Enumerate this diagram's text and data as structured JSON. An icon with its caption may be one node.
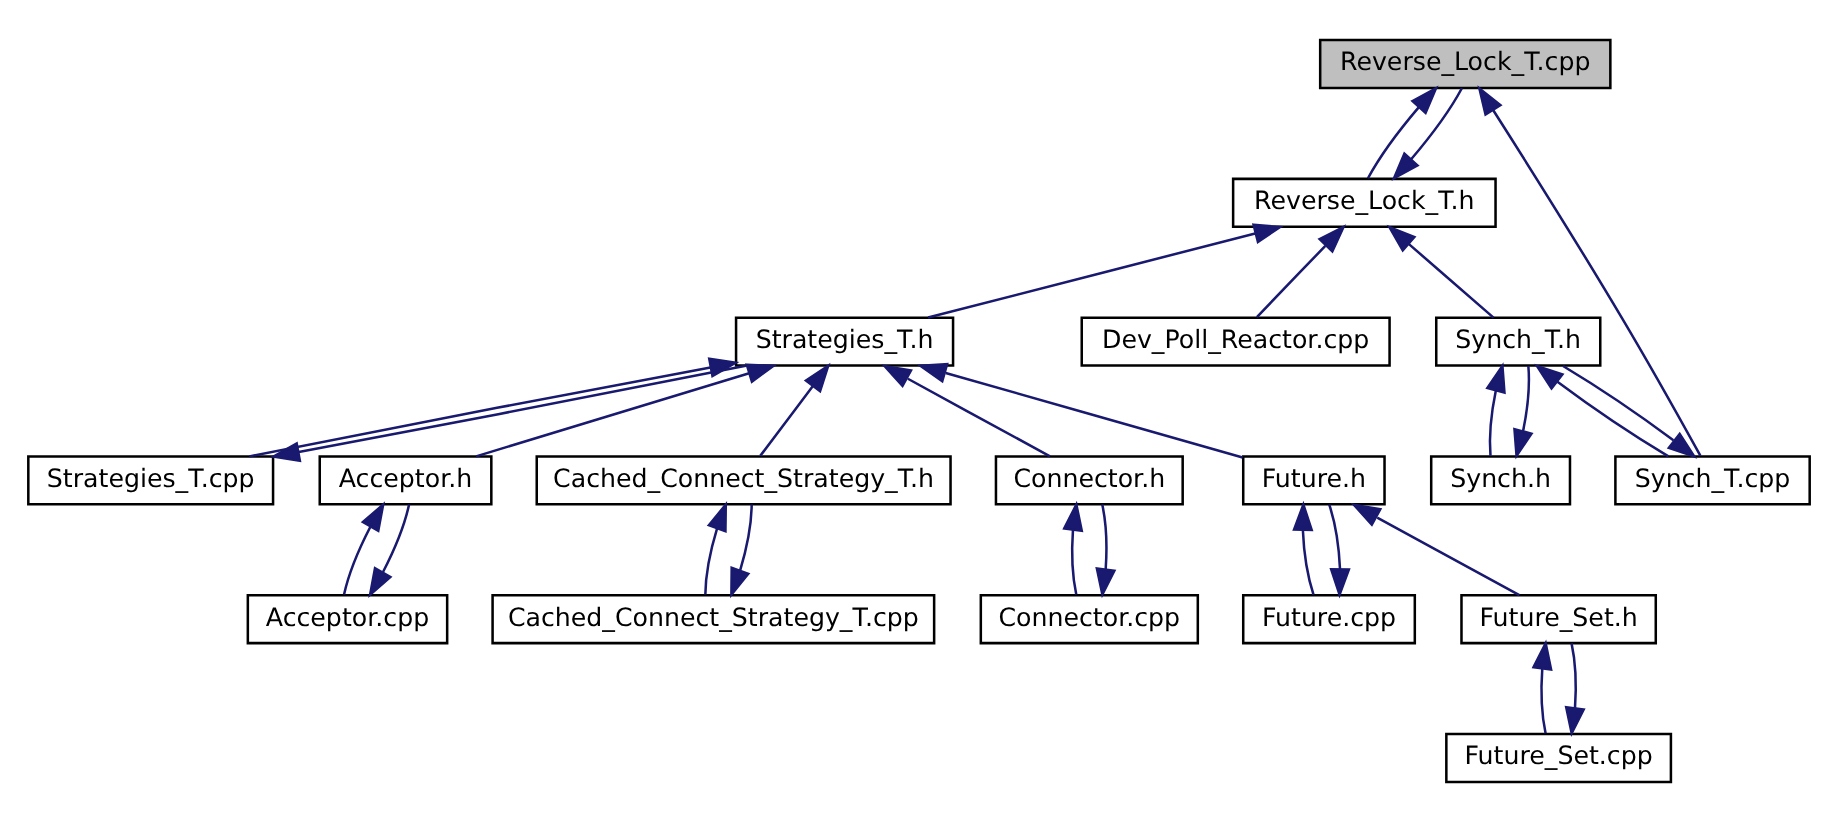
{
  "diagram": {
    "nodes": [
      {
        "text": [
          "Reverse_Lock_T.cpp"
        ]
      },
      {
        "text": [
          "Reverse_Lock_T.h"
        ]
      },
      {
        "text": [
          "Strategies_T.h"
        ]
      },
      {
        "text": [
          "Dev_Poll_Reactor.cpp"
        ]
      },
      {
        "text": [
          "Synch_T.h"
        ]
      },
      {
        "text": [
          "Acceptor.h"
        ]
      },
      {
        "text": [
          "Strategies_T.cpp"
        ]
      },
      {
        "text": [
          "Cached_Connect_Strategy_T.h"
        ]
      },
      {
        "text": [
          "Connector.h"
        ]
      },
      {
        "text": [
          "Future.h"
        ]
      },
      {
        "text": [
          "Synch.h"
        ]
      },
      {
        "text": [
          "Synch_T.cpp"
        ]
      },
      {
        "text": [
          "Acceptor.cpp"
        ]
      },
      {
        "text": [
          "Cached_Connect_Strategy_T.cpp"
        ]
      },
      {
        "text": [
          "Connector.cpp"
        ]
      },
      {
        "text": [
          "Future.cpp"
        ]
      },
      {
        "text": [
          "Future_Set.h"
        ]
      },
      {
        "text": [
          "Future_Set.cpp"
        ]
      }
    ],
    "edges": [
      {
        "from": 1,
        "to": 0,
        "arrow": "to"
      },
      {
        "from": 0,
        "to": 1,
        "arrow": "to"
      },
      {
        "from": 11,
        "to": 0,
        "arrow": "to"
      },
      {
        "from": 2,
        "to": 1,
        "arrow": "to"
      },
      {
        "from": 3,
        "to": 1,
        "arrow": "to"
      },
      {
        "from": 4,
        "to": 1,
        "arrow": "to"
      },
      {
        "from": 5,
        "to": 2,
        "arrow": "to"
      },
      {
        "from": 6,
        "to": 2,
        "arrow": "to"
      },
      {
        "from": 2,
        "to": 6,
        "arrow": "to"
      },
      {
        "from": 7,
        "to": 2,
        "arrow": "to"
      },
      {
        "from": 8,
        "to": 2,
        "arrow": "to"
      },
      {
        "from": 9,
        "to": 2,
        "arrow": "to"
      },
      {
        "from": 10,
        "to": 4,
        "arrow": "to"
      },
      {
        "from": 4,
        "to": 10,
        "arrow": "to"
      },
      {
        "from": 11,
        "to": 4,
        "arrow": "to"
      },
      {
        "from": 4,
        "to": 11,
        "arrow": "to"
      },
      {
        "from": 12,
        "to": 5,
        "arrow": "to"
      },
      {
        "from": 5,
        "to": 12,
        "arrow": "to"
      },
      {
        "from": 13,
        "to": 7,
        "arrow": "to"
      },
      {
        "from": 7,
        "to": 13,
        "arrow": "to"
      },
      {
        "from": 14,
        "to": 8,
        "arrow": "to"
      },
      {
        "from": 8,
        "to": 14,
        "arrow": "to"
      },
      {
        "from": 15,
        "to": 9,
        "arrow": "to"
      },
      {
        "from": 9,
        "to": 15,
        "arrow": "to"
      },
      {
        "from": 16,
        "to": 9,
        "arrow": "to"
      },
      {
        "from": 17,
        "to": 16,
        "arrow": "to"
      },
      {
        "from": 16,
        "to": 17,
        "arrow": "to"
      }
    ]
  }
}
